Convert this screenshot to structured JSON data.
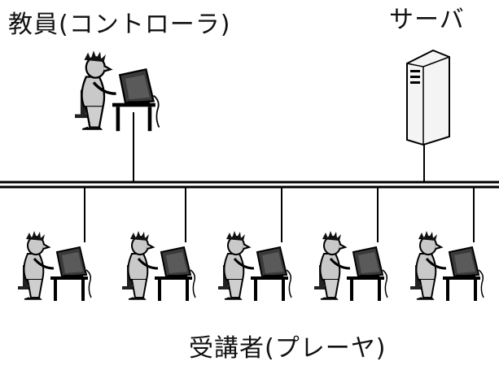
{
  "labels": {
    "teacher": "教員(コントローラ)",
    "server": "サーバ",
    "students": "受講者(プレーヤ)"
  },
  "icons": {
    "teacher": "person-at-computer-icon",
    "server": "server-tower-icon",
    "student": "person-at-computer-icon"
  },
  "colors": {
    "line": "#000000",
    "server_fill": "#f4f4f4",
    "screen": "#3a3a3a",
    "skin": "#c9c9c9"
  }
}
